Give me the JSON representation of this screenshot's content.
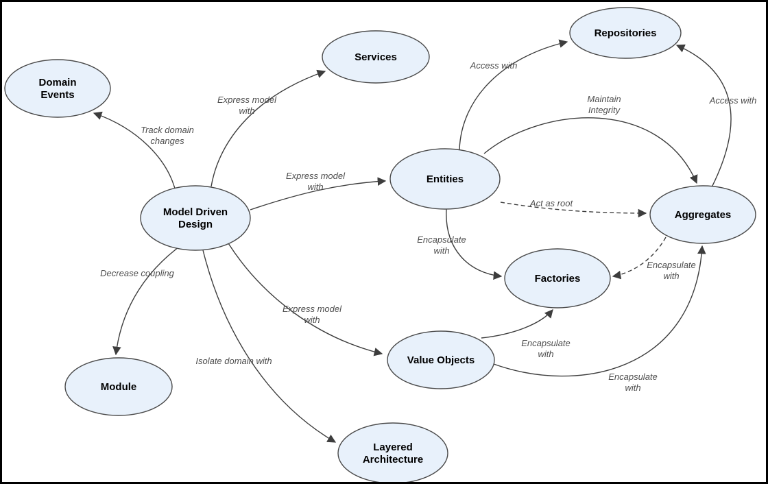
{
  "colors": {
    "background": "#FFFFFF",
    "node_fill": "#E8F1FB",
    "node_stroke": "#4A4A4A",
    "edge_line": "#3D3D3D",
    "edge_label_text": "#4D4D4D",
    "node_text": "#000000"
  },
  "nodes": {
    "domain_events": {
      "lines": [
        "Domain",
        "Events"
      ]
    },
    "services": {
      "lines": [
        "Services"
      ]
    },
    "repositories": {
      "lines": [
        "Repositories"
      ]
    },
    "entities": {
      "lines": [
        "Entities"
      ]
    },
    "model_driven_design": {
      "lines": [
        "Model Driven",
        "Design"
      ]
    },
    "aggregates": {
      "lines": [
        "Aggregates"
      ]
    },
    "factories": {
      "lines": [
        "Factories"
      ]
    },
    "module": {
      "lines": [
        "Module"
      ]
    },
    "value_objects": {
      "lines": [
        "Value Objects"
      ]
    },
    "layered_architecture": {
      "lines": [
        "Layered",
        "Architecture"
      ]
    }
  },
  "edges": {
    "track_domain_changes": {
      "from": "Model Driven Design",
      "to": "Domain Events",
      "style": "solid",
      "lines": [
        "Track domain",
        "changes"
      ]
    },
    "express_model_services": {
      "from": "Model Driven Design",
      "to": "Services",
      "style": "solid",
      "lines": [
        "Express model",
        "with"
      ]
    },
    "express_model_entities": {
      "from": "Model Driven Design",
      "to": "Entities",
      "style": "solid",
      "lines": [
        "Express model",
        "with"
      ]
    },
    "express_model_value_objects": {
      "from": "Model Driven Design",
      "to": "Value Objects",
      "style": "solid",
      "lines": [
        "Express model",
        "with"
      ]
    },
    "decrease_coupling": {
      "from": "Model Driven Design",
      "to": "Module",
      "style": "solid",
      "lines": [
        "Decrease coupling"
      ]
    },
    "isolate_domain": {
      "from": "Model Driven Design",
      "to": "Layered Architecture",
      "style": "solid",
      "lines": [
        "Isolate domain with"
      ]
    },
    "access_with_entities": {
      "from": "Entities",
      "to": "Repositories",
      "style": "solid",
      "lines": [
        "Access with"
      ]
    },
    "maintain_integrity": {
      "from": "Entities",
      "to": "Aggregates",
      "style": "solid",
      "lines": [
        "Maintain",
        "Integrity"
      ]
    },
    "access_with_aggregates": {
      "from": "Aggregates",
      "to": "Repositories",
      "style": "solid",
      "lines": [
        "Access with"
      ]
    },
    "act_as_root": {
      "from": "Entities",
      "to": "Aggregates",
      "style": "dashed",
      "lines": [
        "Act as root"
      ]
    },
    "encapsulate_entities_factories": {
      "from": "Entities",
      "to": "Factories",
      "style": "solid",
      "lines": [
        "Encapsulate",
        "with"
      ]
    },
    "encapsulate_value_objects_factories": {
      "from": "Value Objects",
      "to": "Factories",
      "style": "solid",
      "lines": [
        "Encapsulate",
        "with"
      ]
    },
    "encapsulate_aggregates_factories": {
      "from": "Aggregates",
      "to": "Factories",
      "style": "dashed",
      "lines": [
        "Encapsulate",
        "with"
      ]
    },
    "encapsulate_value_objects_aggregates": {
      "from": "Value Objects",
      "to": "Aggregates",
      "style": "solid",
      "lines": [
        "Encapsulate",
        "with"
      ]
    }
  }
}
